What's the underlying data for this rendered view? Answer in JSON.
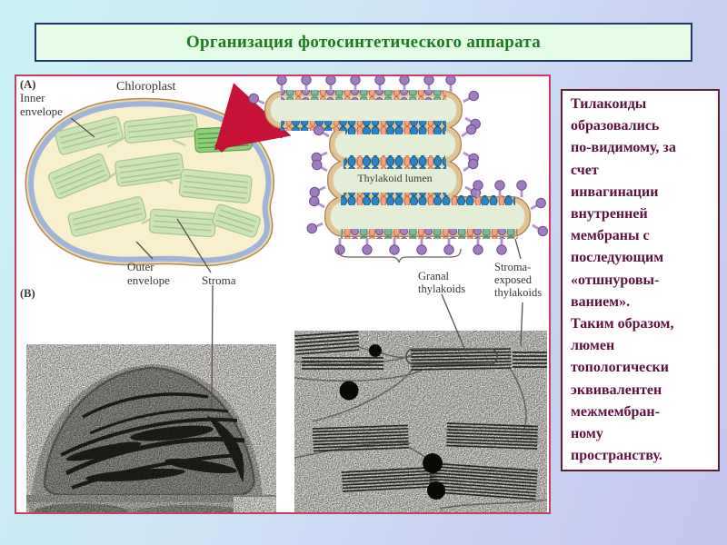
{
  "title_bar": {
    "text": "Организация фотосинтетического аппарата"
  },
  "figure": {
    "panel_a_label": "(A)",
    "panel_b_label": "(B)",
    "chloroplast_label": "Chloroplast",
    "inner_envelope_label": [
      "Inner",
      "envelope"
    ],
    "outer_envelope_label": [
      "Outer",
      "envelope"
    ],
    "stroma_label": "Stroma",
    "thylakoid_lumen_label": "Thylakoid lumen",
    "granal_thylakoids_label": [
      "Granal",
      "thylakoids"
    ],
    "stroma_exposed_label": [
      "Stroma-",
      "exposed",
      "thylakoids"
    ]
  },
  "note": {
    "lines": [
      "Тилакоиды",
      "образовались",
      "по-видимому, за",
      "счет",
      "инвагинации",
      "внутренней",
      "мембраны с",
      "последующим",
      "«отшнуровы-",
      "ванием».",
      "Таким образом,",
      "люмен",
      "топологически",
      "эквивалентен",
      "межмембран-",
      "ному",
      "пространству."
    ]
  },
  "colors": {
    "background_start": "#c9f3f6",
    "background_end": "#c5c5f0",
    "title_text": "#1e7a22",
    "title_box_fill": "#e4fbe6",
    "title_box_border": "#20386b",
    "figure_panel_border": "#c5415e",
    "note_border": "#5f2230",
    "note_text": "#5c1240",
    "arrow_red": "#c51236"
  }
}
